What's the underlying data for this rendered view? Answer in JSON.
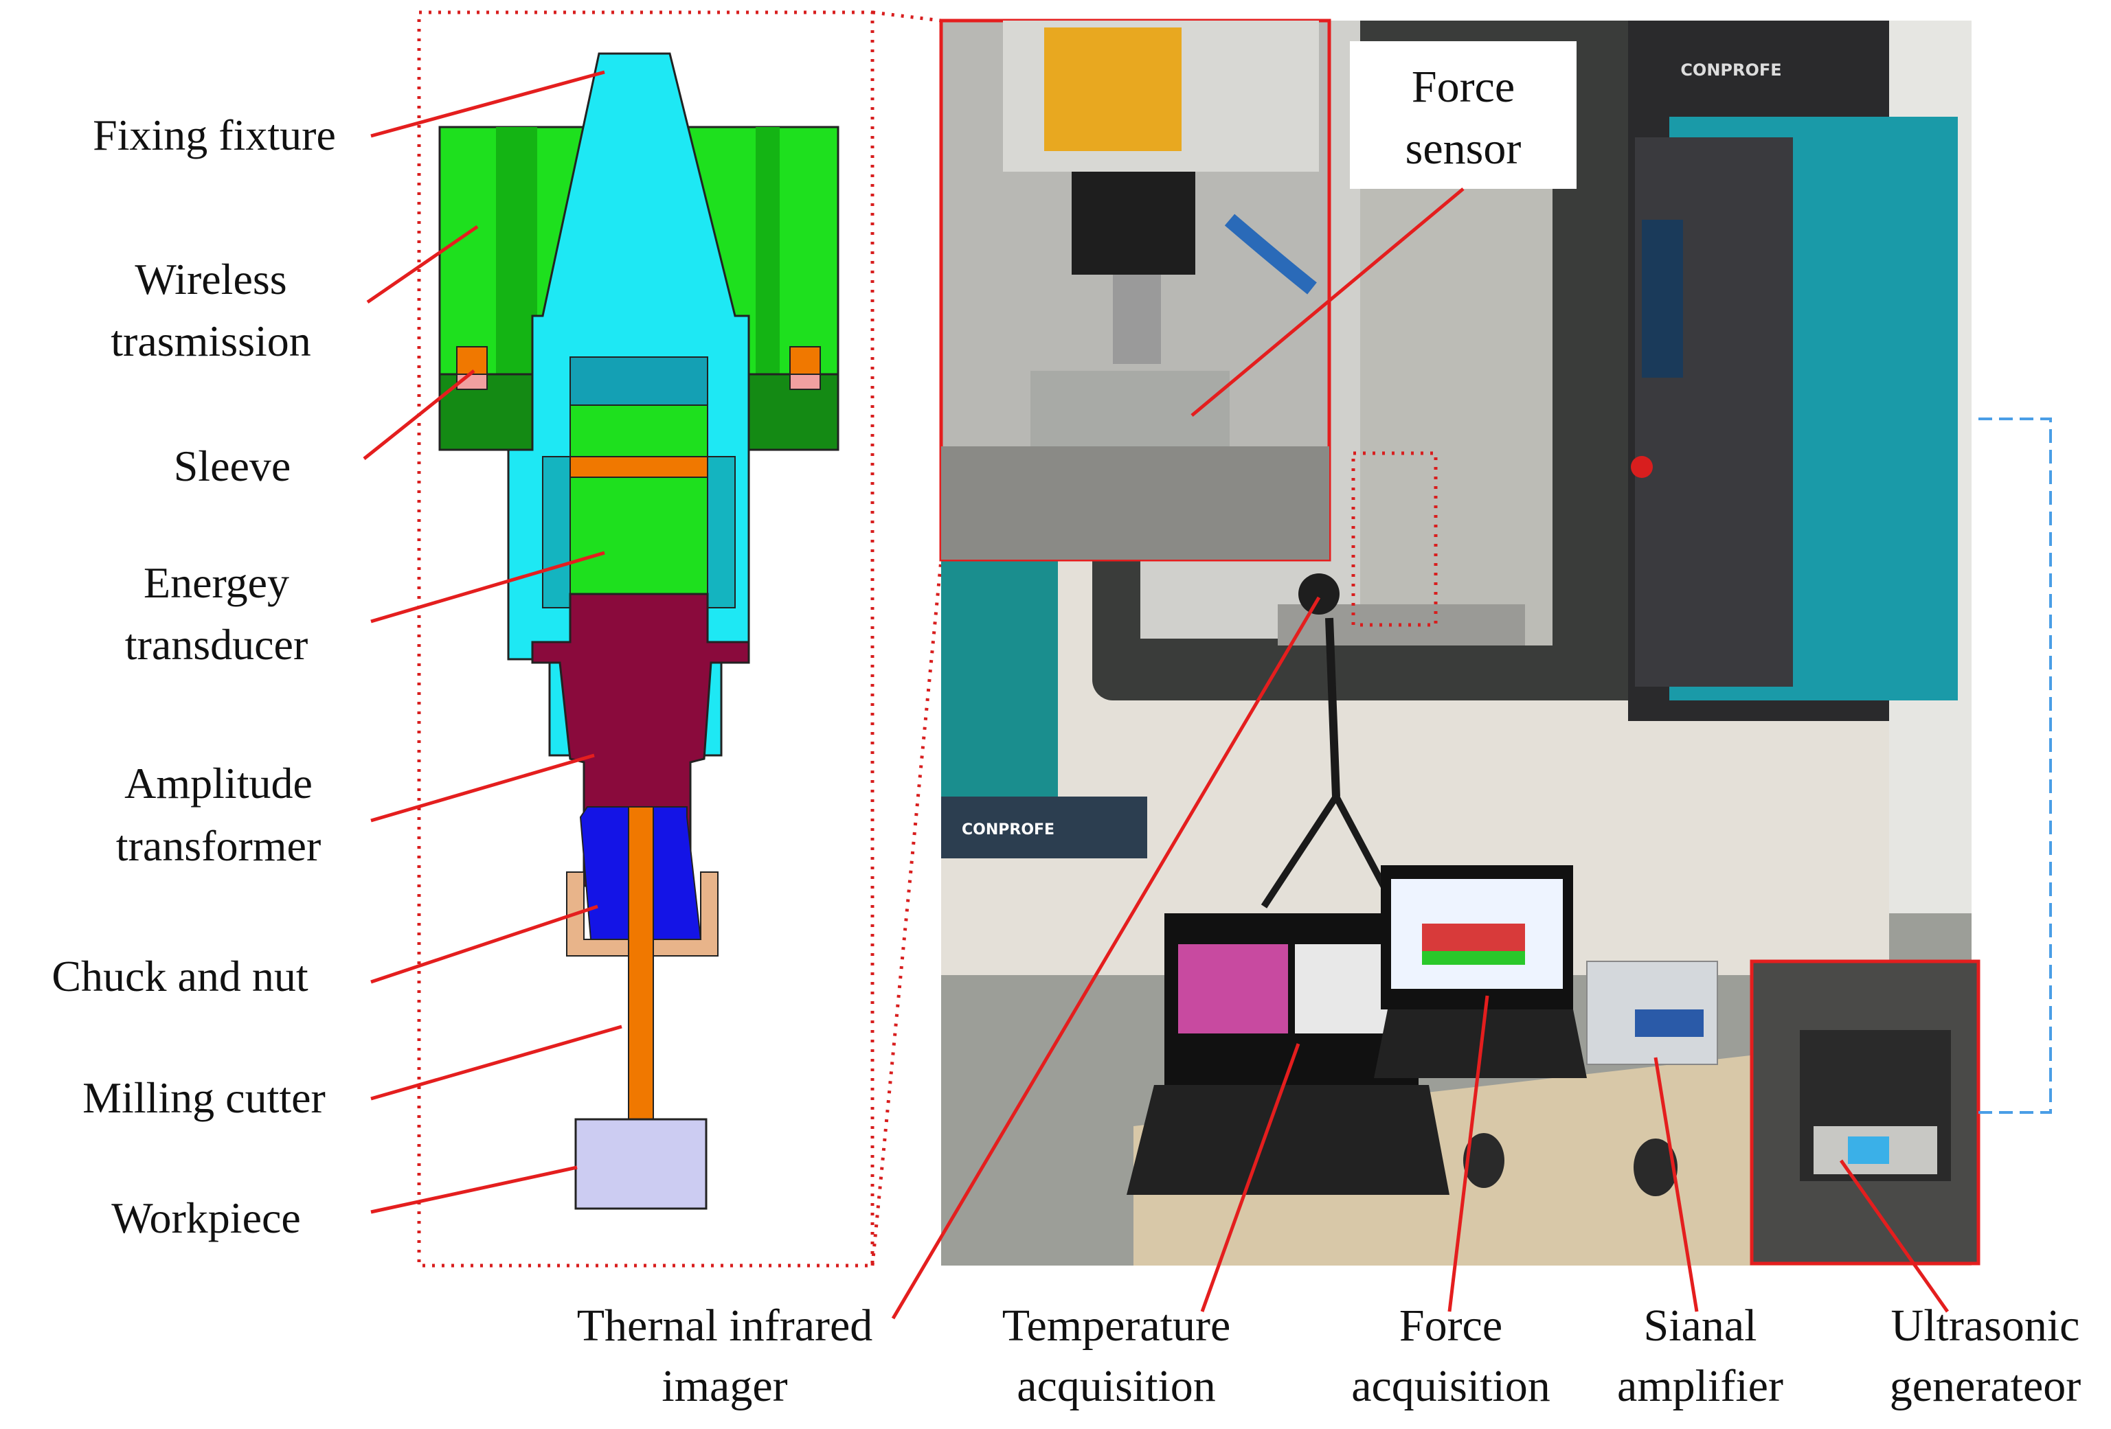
{
  "tool_labels": {
    "fixing_fixture": "Fixing fixture",
    "wireless_line1": "Wireless",
    "wireless_line2": "trasmission",
    "sleeve": "Sleeve",
    "transducer_line1": "Energey",
    "transducer_line2": "transducer",
    "amplitude_line1": "Amplitude",
    "amplitude_line2": "transformer",
    "chuck_and_nut": "Chuck and nut",
    "milling_cutter": "Milling cutter",
    "workpiece": "Workpiece"
  },
  "photo_labels": {
    "force_sensor_line1": "Force",
    "force_sensor_line2": "sensor",
    "machine_brand": "CONPROFE",
    "machine_brand_side": "CONPROFE"
  },
  "bottom_labels": {
    "thermal_line1": "Thernal infrared",
    "thermal_line2": "imager",
    "temperature_line1": "Temperature",
    "temperature_line2": "acquisition",
    "force_acq_line1": "Force",
    "force_acq_line2": "acquisition",
    "signal_line1": "Sianal",
    "signal_line2": "amplifier",
    "ultrasonic_line1": "Ultrasonic",
    "ultrasonic_line2": "generateor"
  },
  "colors": {
    "leader_red": "#e41e1e",
    "dotted_red": "#d81e1e",
    "fixture_cyan": "#1ee8f4",
    "housing_green": "#1ee01e",
    "dark_green": "#148a14",
    "horn_maroon": "#8a0a3c",
    "chuck_blue": "#1414e6",
    "cutter_orange": "#f07800",
    "workpiece_lavender": "#ccccf2",
    "nut_tan": "#e8b48a",
    "generator_link_blue": "#4a9ee6"
  }
}
